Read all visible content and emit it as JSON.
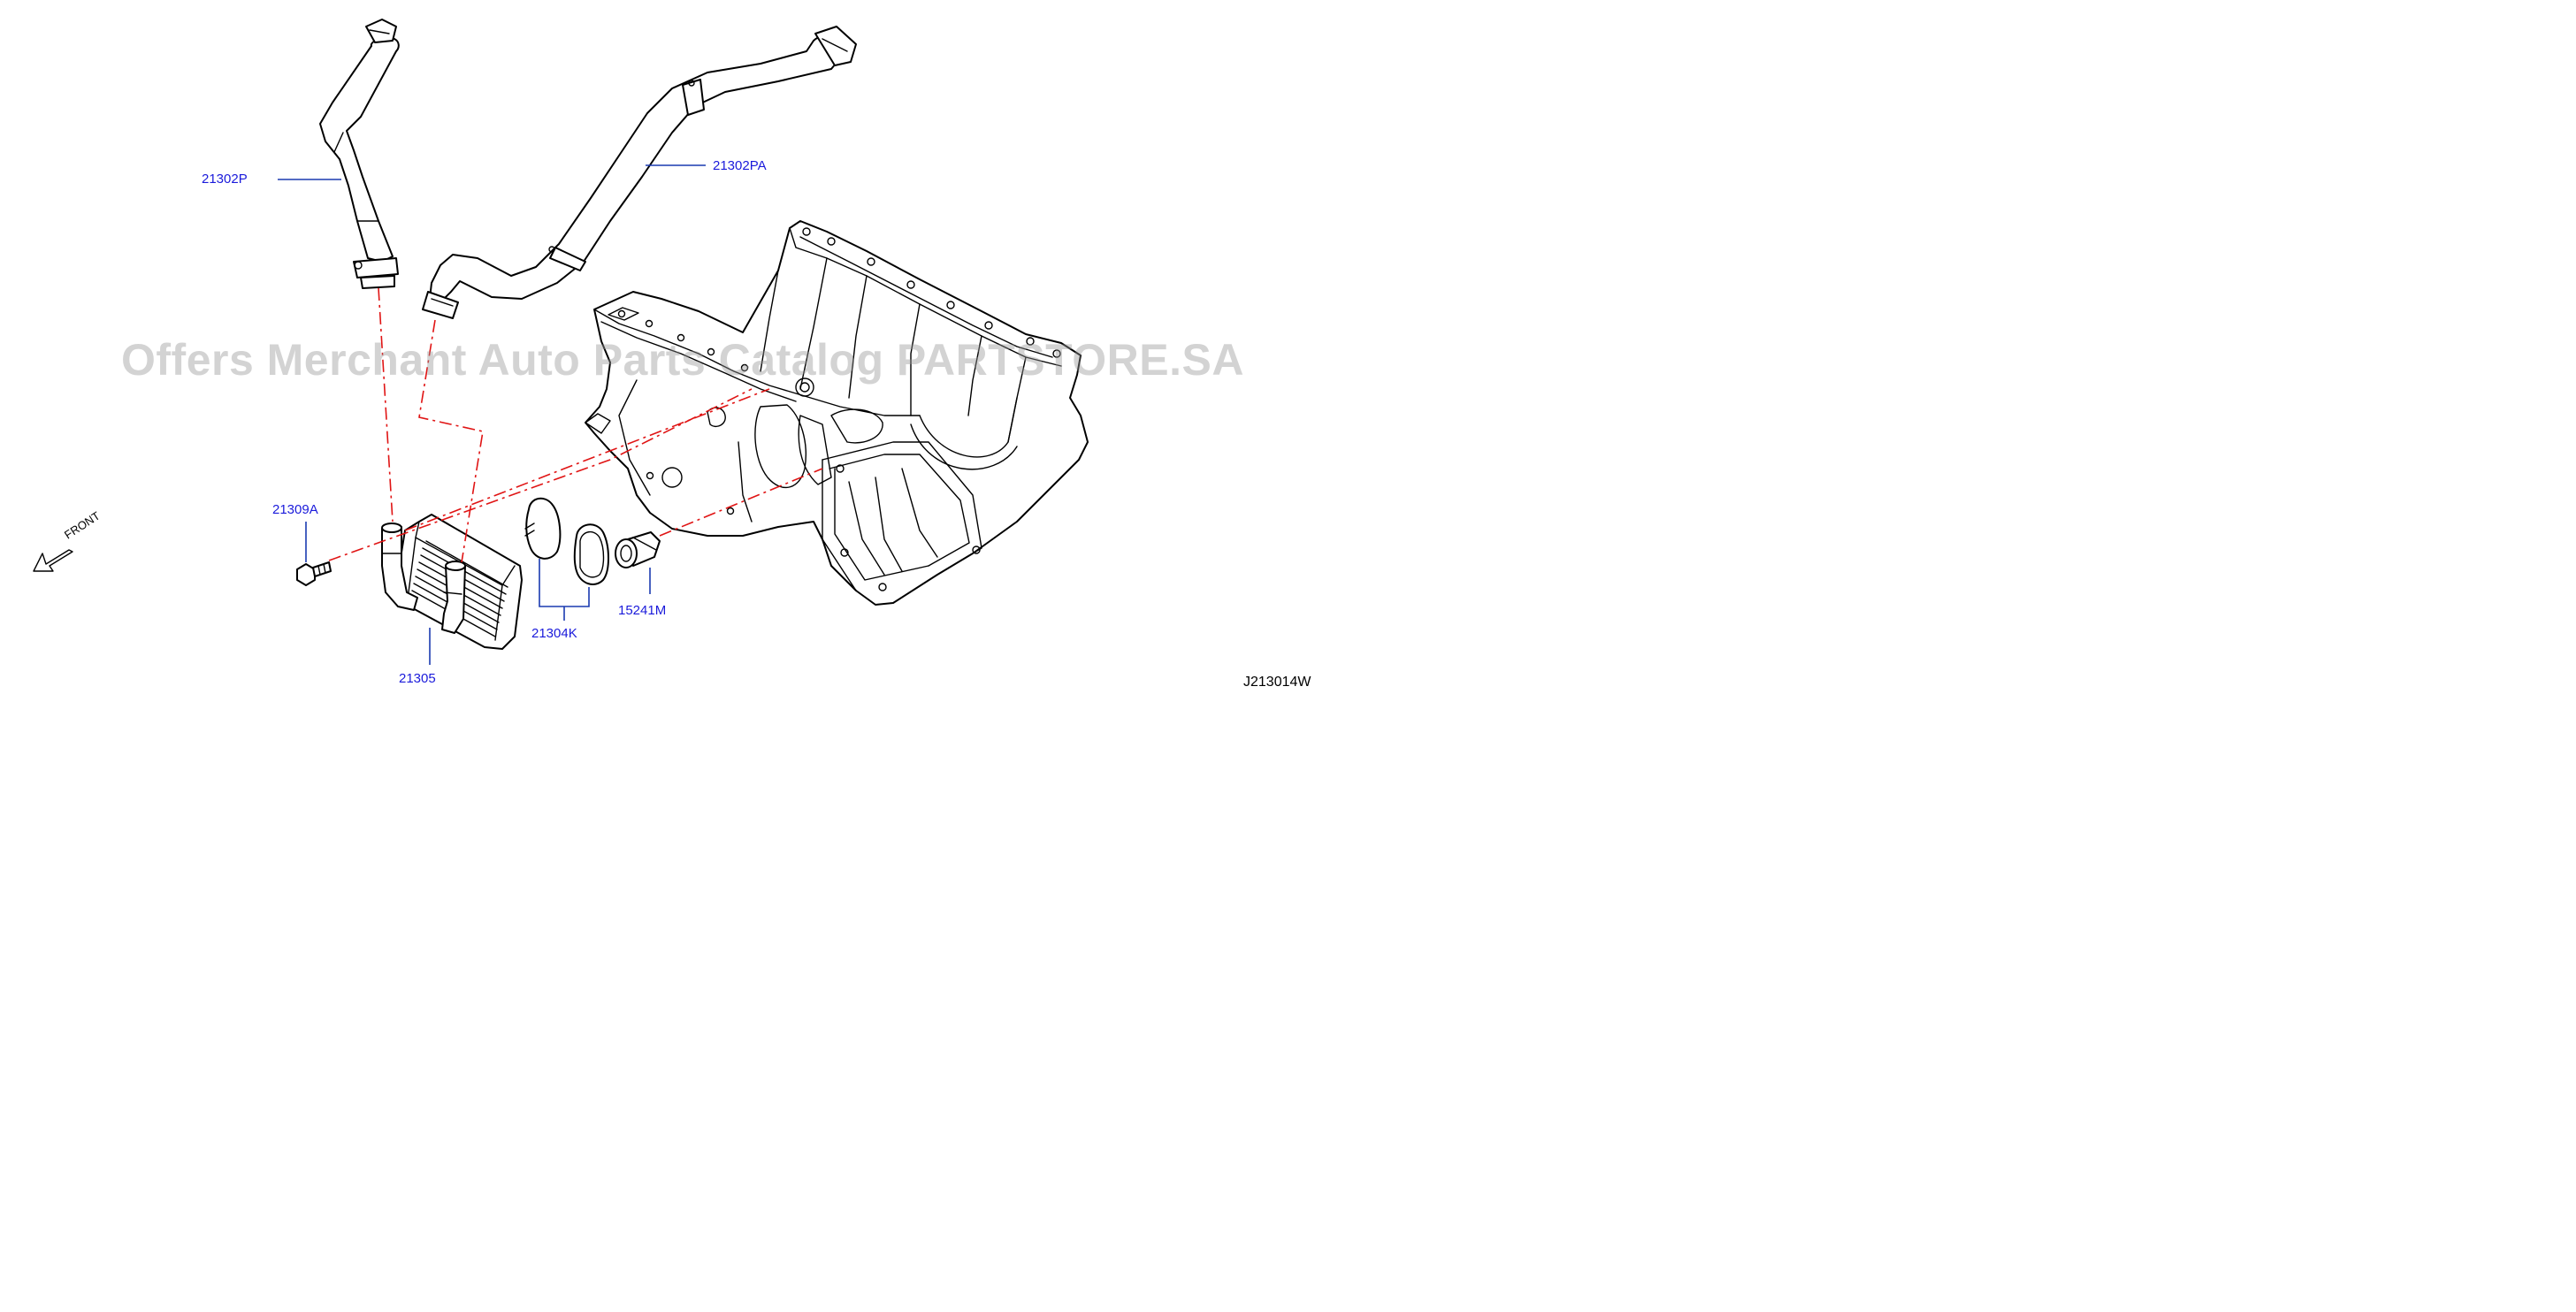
{
  "watermark": "Offers Merchant Auto Parts Catalog PARTSTORE.SA",
  "diagram_code": "J213014W",
  "direction_label": "FRONT",
  "callouts": {
    "hose_upper_left": "21302P",
    "hose_upper_right": "21302PA",
    "bolt": "21309A",
    "oil_cooler": "21305",
    "gaskets": "21304K",
    "connector": "15241M"
  },
  "colors": {
    "callout_text": "#1a1adb",
    "leader_line": "#1a3ab0",
    "centerline": "#e01414",
    "linework": "#000000"
  }
}
